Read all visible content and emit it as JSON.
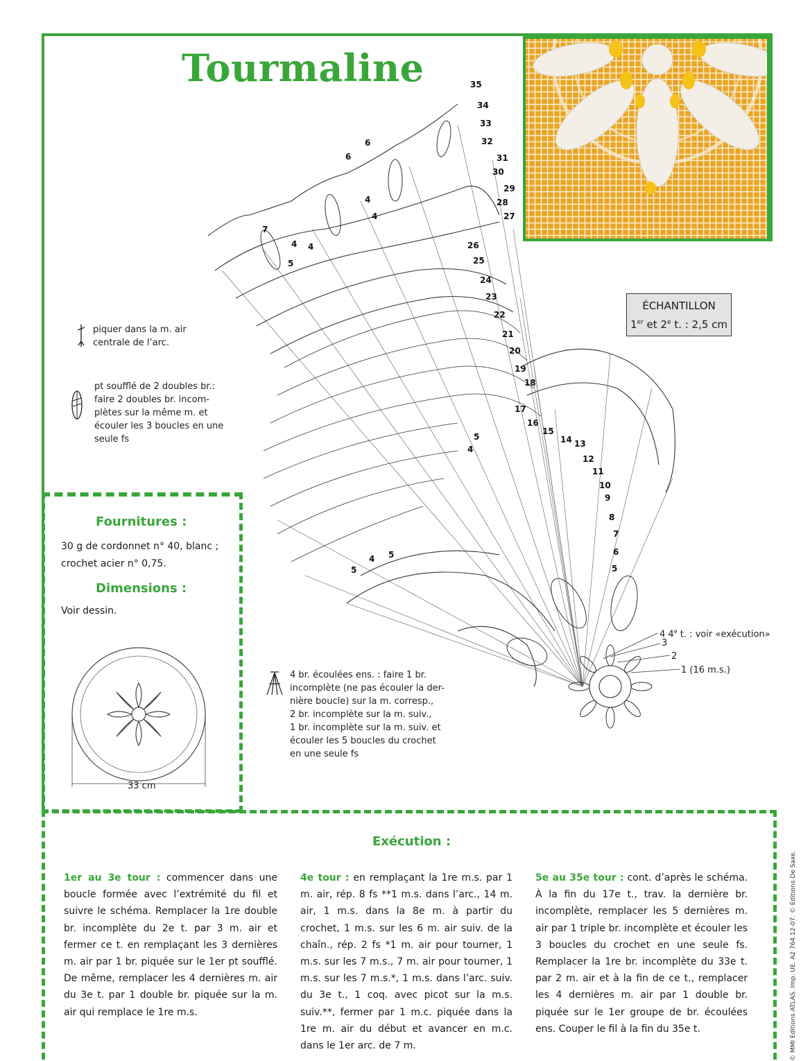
{
  "title": "Tourmaline",
  "echantillon": {
    "heading": "ÉCHANTILLON",
    "line_pre": "1",
    "sup1": "er",
    "mid": " et 2",
    "sup2": "e",
    "line_post": " t. : 2,5 cm"
  },
  "legend": {
    "piquer_1": "piquer dans la m. air",
    "piquer_2": "centrale de l’arc.",
    "souffle_1": "pt soufflé de 2 doubles br.:",
    "souffle_2": "faire 2 doubles br. incom-",
    "souffle_3": "plètes sur la même m. et",
    "souffle_4": "écouler les 3 boucles en une",
    "souffle_5": "seule fs",
    "ecoulees_1": "4 br. écoulées ens. : faire 1 br.",
    "ecoulees_2": "incomplète (ne pas écouler la der-",
    "ecoulees_3": "nière boucle) sur la m. corresp.,",
    "ecoulees_4": "2 br. incomplète sur la m. suiv.,",
    "ecoulees_5": "1 br. incomplète sur la m. suiv. et",
    "ecoulees_6": "écouler les 5 boucles du crochet",
    "ecoulees_7": "en une seule fs"
  },
  "diagram_labels": {
    "r4": "4 4",
    "r4_sup": "e",
    "r4_text": " t. : voir «exécution»",
    "r3": "3",
    "r2": "2",
    "r1": "1 (16 m.s.)",
    "dimension": "33 cm"
  },
  "fournitures": {
    "title": "Fournitures :",
    "line1": "30 g de cordonnet n° 40, blanc ;",
    "line2": "crochet acier n° 0,75."
  },
  "dimensions": {
    "title": "Dimensions :",
    "text": "Voir dessin."
  },
  "execution": {
    "title": "Exécution :",
    "col1_lead": "1er au 3e tour :",
    "col1_text": " commencer dans une boucle formée avec l’extrémité du fil et suivre le schéma. Remplacer la 1re double br. incomplète du 2e t. par 3 m. air et fermer ce t. en remplaçant les 3 dernières m. air par 1 br. piquée sur le 1er pt soufflé. De même, remplacer les 4 dernières m. air du 3e t. par 1 double br. piquée sur la m. air qui remplace le 1re m.s.",
    "col2_lead": "4e tour :",
    "col2_text": " en remplaçant la 1re m.s. par 1 m. air, rép. 8 fs **1 m.s. dans l’arc., 14 m. air, 1 m.s. dans la 8e m. à partir du crochet, 1 m.s. sur les 6 m. air suiv. de la chaîn., rép. 2 fs *1 m. air pour tourner, 1 m.s. sur les 7 m.s., 7 m. air pour tourner, 1 m.s. sur les 7 m.s.*, 1 m.s. dans l’arc. suiv. du 3e t., 1 coq. avec picot sur la m.s. suiv.**, fermer par 1 m.c. piquée dans la 1re m. air du début et avancer en m.c. dans le 1er arc. de 7 m.",
    "col3_lead": "5e au 35e tour :",
    "col3_text": " cont. d’après le schéma. À la fin du 17e t., trav. la dernière br. incomplète, remplacer les 5 dernières m. air par 1 triple br. incomplète et écouler les 3 boucles du crochet en une seule fs. Remplacer la 1re br. incomplète du 33e t. par 2 m. air et à la fin de ce t., remplacer les 4 dernières m. air par 1 double br. piquée sur le 1er groupe de br. écoulées ens. Couper le fil à la fin du 35e t."
  },
  "credit": "© MMI Editions ATLAS. Imp. UE. A2 764 12-07. © Editions De Saxe."
}
